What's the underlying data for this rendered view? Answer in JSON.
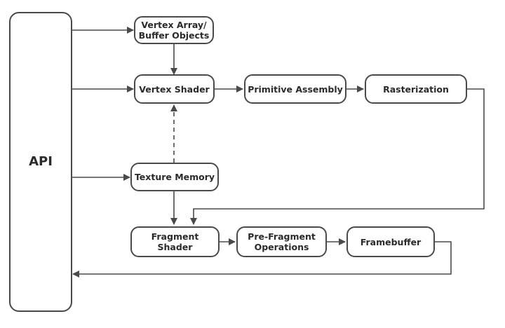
{
  "diagram": {
    "api": "API",
    "vertex_array": "Vertex Array/\nBuffer Objects",
    "vertex_shader": "Vertex Shader",
    "primitive_assembly": "Primitive Assembly",
    "rasterization": "Rasterization",
    "texture_memory": "Texture Memory",
    "fragment_shader": "Fragment\nShader",
    "pre_fragment": "Pre-Fragment\nOperations",
    "framebuffer": "Framebuffer"
  },
  "colors": {
    "stroke": "#4a4a4a",
    "text": "#2a2a2a",
    "background": "#ffffff"
  }
}
